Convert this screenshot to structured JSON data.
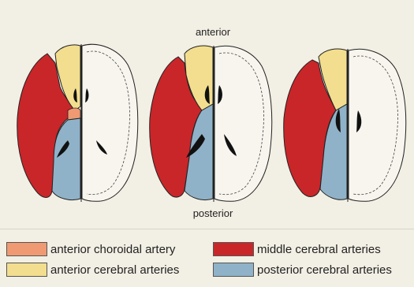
{
  "labels": {
    "anterior": "anterior",
    "posterior": "posterior"
  },
  "legend": [
    {
      "label": "anterior choroidal artery",
      "color": "#ef9a72"
    },
    {
      "label": "middle cerebral arteries",
      "color": "#c9262a"
    },
    {
      "label": "anterior cerebral arteries",
      "color": "#f2de8e"
    },
    {
      "label": "posterior cerebral arteries",
      "color": "#8fb2c8"
    }
  ],
  "colors": {
    "background": "#f2efe4",
    "white_matter": "#f7f5ee",
    "outline": "#222222",
    "ventricle": "#111111"
  }
}
